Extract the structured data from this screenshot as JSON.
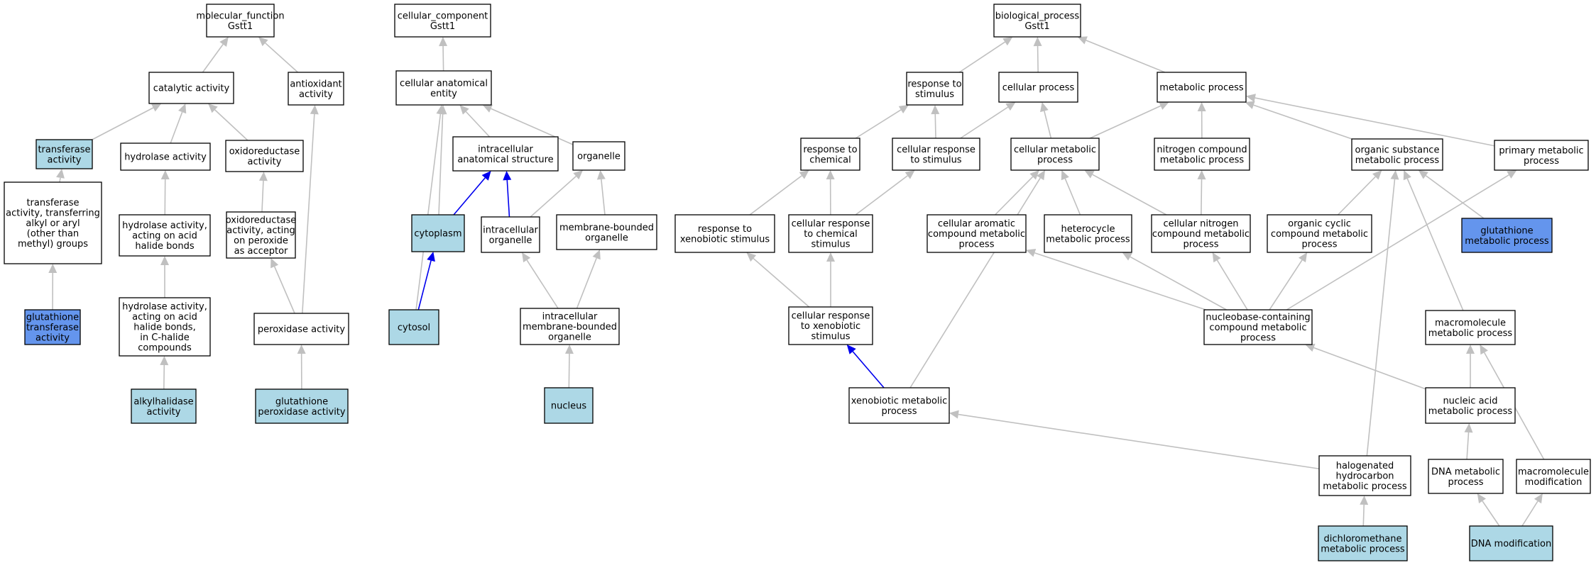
{
  "colors": {
    "default_fill": "#ffffff",
    "annotated_fill": "#add8e6",
    "highlight_fill": "#6495ed",
    "edge_gray": "#c0c0c0",
    "edge_blue": "#0000ee"
  },
  "nodes": {
    "mf": {
      "lines": [
        "molecular_function",
        "Gstt1"
      ],
      "fill": "default"
    },
    "cat": {
      "lines": [
        "catalytic activity"
      ],
      "fill": "default"
    },
    "antiox": {
      "lines": [
        "antioxidant",
        "activity"
      ],
      "fill": "default"
    },
    "transf": {
      "lines": [
        "transferase",
        "activity"
      ],
      "fill": "annotated"
    },
    "hydro": {
      "lines": [
        "hydrolase activity"
      ],
      "fill": "default"
    },
    "oxred": {
      "lines": [
        "oxidoreductase",
        "activity"
      ],
      "fill": "default"
    },
    "transf2": {
      "lines": [
        "transferase",
        "activity, transferring",
        "alkyl or aryl",
        "(other than",
        "methyl) groups"
      ],
      "fill": "default"
    },
    "hydhal": {
      "lines": [
        "hydrolase activity,",
        "acting on acid",
        "halide bonds"
      ],
      "fill": "default"
    },
    "oxperox": {
      "lines": [
        "oxidoreductase",
        "activity, acting",
        "on peroxide",
        "as acceptor"
      ],
      "fill": "default"
    },
    "gst": {
      "lines": [
        "glutathione",
        "transferase",
        "activity"
      ],
      "fill": "highlight"
    },
    "hydchal": {
      "lines": [
        "hydrolase activity,",
        "acting on acid",
        "halide bonds,",
        "in C-halide",
        "compounds"
      ],
      "fill": "default"
    },
    "perox": {
      "lines": [
        "peroxidase activity"
      ],
      "fill": "default"
    },
    "alkyl": {
      "lines": [
        "alkylhalidase",
        "activity"
      ],
      "fill": "annotated"
    },
    "gpx": {
      "lines": [
        "glutathione",
        "peroxidase activity"
      ],
      "fill": "annotated"
    },
    "cc": {
      "lines": [
        "cellular_component",
        "Gstt1"
      ],
      "fill": "default"
    },
    "cae": {
      "lines": [
        "cellular anatomical",
        "entity"
      ],
      "fill": "default"
    },
    "ias": {
      "lines": [
        "intracellular",
        "anatomical structure"
      ],
      "fill": "default"
    },
    "org": {
      "lines": [
        "organelle"
      ],
      "fill": "default"
    },
    "cyto": {
      "lines": [
        "cytoplasm"
      ],
      "fill": "annotated"
    },
    "intorg": {
      "lines": [
        "intracellular",
        "organelle"
      ],
      "fill": "default"
    },
    "mbo": {
      "lines": [
        "membrane-bounded",
        "organelle"
      ],
      "fill": "default"
    },
    "cytosol": {
      "lines": [
        "cytosol"
      ],
      "fill": "annotated"
    },
    "imbo": {
      "lines": [
        "intracellular",
        "membrane-bounded",
        "organelle"
      ],
      "fill": "default"
    },
    "nucleus": {
      "lines": [
        "nucleus"
      ],
      "fill": "annotated"
    },
    "bp": {
      "lines": [
        "biological_process",
        "Gstt1"
      ],
      "fill": "default"
    },
    "rts": {
      "lines": [
        "response to",
        "stimulus"
      ],
      "fill": "default"
    },
    "cp": {
      "lines": [
        "cellular process"
      ],
      "fill": "default"
    },
    "mp": {
      "lines": [
        "metabolic process"
      ],
      "fill": "default"
    },
    "rtc": {
      "lines": [
        "response to",
        "chemical"
      ],
      "fill": "default"
    },
    "crts": {
      "lines": [
        "cellular response",
        "to stimulus"
      ],
      "fill": "default"
    },
    "cmp": {
      "lines": [
        "cellular metabolic",
        "process"
      ],
      "fill": "default"
    },
    "ncmp": {
      "lines": [
        "nitrogen compound",
        "metabolic process"
      ],
      "fill": "default"
    },
    "osmp": {
      "lines": [
        "organic substance",
        "metabolic process"
      ],
      "fill": "default"
    },
    "pmp": {
      "lines": [
        "primary metabolic",
        "process"
      ],
      "fill": "default"
    },
    "rtxs": {
      "lines": [
        "response to",
        "xenobiotic stimulus"
      ],
      "fill": "default"
    },
    "crtcs": {
      "lines": [
        "cellular response",
        "to chemical",
        "stimulus"
      ],
      "fill": "default"
    },
    "cacmp": {
      "lines": [
        "cellular aromatic",
        "compound metabolic",
        "process"
      ],
      "fill": "default"
    },
    "hmp": {
      "lines": [
        "heterocycle",
        "metabolic process"
      ],
      "fill": "default"
    },
    "cncmp": {
      "lines": [
        "cellular nitrogen",
        "compound metabolic",
        "process"
      ],
      "fill": "default"
    },
    "occmp": {
      "lines": [
        "organic cyclic",
        "compound metabolic",
        "process"
      ],
      "fill": "default"
    },
    "gmp": {
      "lines": [
        "glutathione",
        "metabolic process"
      ],
      "fill": "highlight"
    },
    "crtxs": {
      "lines": [
        "cellular response",
        "to xenobiotic",
        "stimulus"
      ],
      "fill": "default"
    },
    "nbcmp": {
      "lines": [
        "nucleobase-containing",
        "compound metabolic",
        "process"
      ],
      "fill": "default"
    },
    "mmp": {
      "lines": [
        "macromolecule",
        "metabolic process"
      ],
      "fill": "default"
    },
    "xmp": {
      "lines": [
        "xenobiotic metabolic",
        "process"
      ],
      "fill": "default"
    },
    "namp": {
      "lines": [
        "nucleic acid",
        "metabolic process"
      ],
      "fill": "default"
    },
    "hhmp": {
      "lines": [
        "halogenated",
        "hydrocarbon",
        "metabolic process"
      ],
      "fill": "default"
    },
    "dnamp": {
      "lines": [
        "DNA metabolic",
        "process"
      ],
      "fill": "default"
    },
    "mmod": {
      "lines": [
        "macromolecule",
        "modification"
      ],
      "fill": "default"
    },
    "dcmmp": {
      "lines": [
        "dichloromethane",
        "metabolic process"
      ],
      "fill": "annotated"
    },
    "dnamod": {
      "lines": [
        "DNA modification"
      ],
      "fill": "annotated"
    }
  },
  "edges": [
    {
      "from": "cat",
      "to": "mf",
      "color": "gray"
    },
    {
      "from": "antiox",
      "to": "mf",
      "color": "gray"
    },
    {
      "from": "transf",
      "to": "cat",
      "color": "gray"
    },
    {
      "from": "hydro",
      "to": "cat",
      "color": "gray"
    },
    {
      "from": "oxred",
      "to": "cat",
      "color": "gray"
    },
    {
      "from": "transf2",
      "to": "transf",
      "color": "gray"
    },
    {
      "from": "hydhal",
      "to": "hydro",
      "color": "gray"
    },
    {
      "from": "oxperox",
      "to": "oxred",
      "color": "gray"
    },
    {
      "from": "gst",
      "to": "transf2",
      "color": "gray"
    },
    {
      "from": "hydchal",
      "to": "hydhal",
      "color": "gray"
    },
    {
      "from": "perox",
      "to": "oxperox",
      "color": "gray"
    },
    {
      "from": "perox",
      "to": "antiox",
      "color": "gray"
    },
    {
      "from": "alkyl",
      "to": "hydchal",
      "color": "gray"
    },
    {
      "from": "gpx",
      "to": "perox",
      "color": "gray"
    },
    {
      "from": "cae",
      "to": "cc",
      "color": "gray"
    },
    {
      "from": "ias",
      "to": "cae",
      "color": "gray"
    },
    {
      "from": "org",
      "to": "cae",
      "color": "gray"
    },
    {
      "from": "cyto",
      "to": "cae",
      "color": "gray"
    },
    {
      "from": "cytosol",
      "to": "cae",
      "color": "gray"
    },
    {
      "from": "cyto",
      "to": "ias",
      "color": "blue"
    },
    {
      "from": "intorg",
      "to": "ias",
      "color": "blue"
    },
    {
      "from": "intorg",
      "to": "org",
      "color": "gray"
    },
    {
      "from": "mbo",
      "to": "org",
      "color": "gray"
    },
    {
      "from": "cytosol",
      "to": "cyto",
      "color": "blue"
    },
    {
      "from": "imbo",
      "to": "intorg",
      "color": "gray"
    },
    {
      "from": "imbo",
      "to": "mbo",
      "color": "gray"
    },
    {
      "from": "nucleus",
      "to": "imbo",
      "color": "gray"
    },
    {
      "from": "rts",
      "to": "bp",
      "color": "gray"
    },
    {
      "from": "cp",
      "to": "bp",
      "color": "gray"
    },
    {
      "from": "mp",
      "to": "bp",
      "color": "gray"
    },
    {
      "from": "rtc",
      "to": "rts",
      "color": "gray"
    },
    {
      "from": "crts",
      "to": "rts",
      "color": "gray"
    },
    {
      "from": "crts",
      "to": "cp",
      "color": "gray"
    },
    {
      "from": "cmp",
      "to": "cp",
      "color": "gray"
    },
    {
      "from": "cmp",
      "to": "mp",
      "color": "gray"
    },
    {
      "from": "ncmp",
      "to": "mp",
      "color": "gray"
    },
    {
      "from": "osmp",
      "to": "mp",
      "color": "gray"
    },
    {
      "from": "pmp",
      "to": "mp",
      "color": "gray"
    },
    {
      "from": "rtxs",
      "to": "rtc",
      "color": "gray"
    },
    {
      "from": "crtcs",
      "to": "rtc",
      "color": "gray"
    },
    {
      "from": "crtcs",
      "to": "crts",
      "color": "gray"
    },
    {
      "from": "crtxs",
      "to": "rtxs",
      "color": "gray"
    },
    {
      "from": "crtxs",
      "to": "crtcs",
      "color": "gray"
    },
    {
      "from": "xmp",
      "to": "crtxs",
      "color": "blue"
    },
    {
      "from": "xmp",
      "to": "cmp",
      "color": "gray"
    },
    {
      "from": "cacmp",
      "to": "cmp",
      "color": "gray"
    },
    {
      "from": "hmp",
      "to": "cmp",
      "color": "gray"
    },
    {
      "from": "cncmp",
      "to": "cmp",
      "color": "gray"
    },
    {
      "from": "cncmp",
      "to": "ncmp",
      "color": "gray"
    },
    {
      "from": "occmp",
      "to": "osmp",
      "color": "gray"
    },
    {
      "from": "gmp",
      "to": "osmp",
      "color": "gray"
    },
    {
      "from": "mmp",
      "to": "osmp",
      "color": "gray"
    },
    {
      "from": "hhmp",
      "to": "osmp",
      "color": "gray"
    },
    {
      "from": "nbcmp",
      "to": "cacmp",
      "color": "gray"
    },
    {
      "from": "nbcmp",
      "to": "hmp",
      "color": "gray"
    },
    {
      "from": "nbcmp",
      "to": "cncmp",
      "color": "gray"
    },
    {
      "from": "nbcmp",
      "to": "occmp",
      "color": "gray"
    },
    {
      "from": "nbcmp",
      "to": "pmp",
      "color": "gray"
    },
    {
      "from": "namp",
      "to": "nbcmp",
      "color": "gray"
    },
    {
      "from": "namp",
      "to": "mmp",
      "color": "gray"
    },
    {
      "from": "mmod",
      "to": "mmp",
      "color": "gray"
    },
    {
      "from": "dnamp",
      "to": "namp",
      "color": "gray"
    },
    {
      "from": "hhmp",
      "to": "xmp",
      "color": "gray"
    },
    {
      "from": "dcmmp",
      "to": "hhmp",
      "color": "gray"
    },
    {
      "from": "dnamod",
      "to": "dnamp",
      "color": "gray"
    },
    {
      "from": "dnamod",
      "to": "mmod",
      "color": "gray"
    }
  ]
}
